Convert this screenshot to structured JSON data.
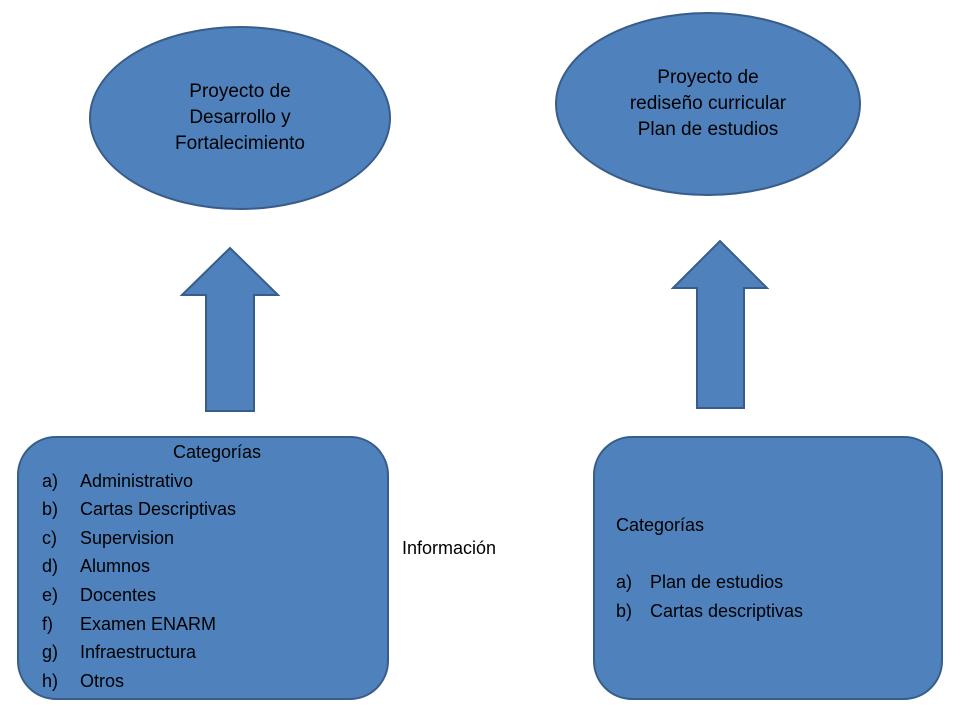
{
  "colors": {
    "fill": "#4F81BD",
    "stroke": "#385D8A",
    "text": "#000000",
    "background": "#FFFFFF"
  },
  "left_ellipse": {
    "lines": [
      "Proyecto  de",
      "Desarrollo y",
      "Fortalecimiento"
    ]
  },
  "right_ellipse": {
    "lines": [
      "Proyecto de",
      "rediseño curricular",
      "Plan de estudios"
    ]
  },
  "left_box": {
    "title": "Categorías",
    "items": [
      {
        "marker": "a)",
        "label": "Administrativo"
      },
      {
        "marker": "b)",
        "label": "Cartas Descriptivas"
      },
      {
        "marker": "c)",
        "label": "Supervision"
      },
      {
        "marker": "d)",
        "label": "Alumnos"
      },
      {
        "marker": "e)",
        "label": "Docentes"
      },
      {
        "marker": "f)",
        "label": "Examen ENARM"
      },
      {
        "marker": "g)",
        "label": "Infraestructura"
      },
      {
        "marker": "h)",
        "label": "Otros"
      }
    ]
  },
  "right_box": {
    "title": "Categorías",
    "items": [
      {
        "marker": "a)",
        "label": "Plan de estudios"
      },
      {
        "marker": "b)",
        "label": "Cartas descriptivas"
      }
    ]
  },
  "center_label": "Información"
}
